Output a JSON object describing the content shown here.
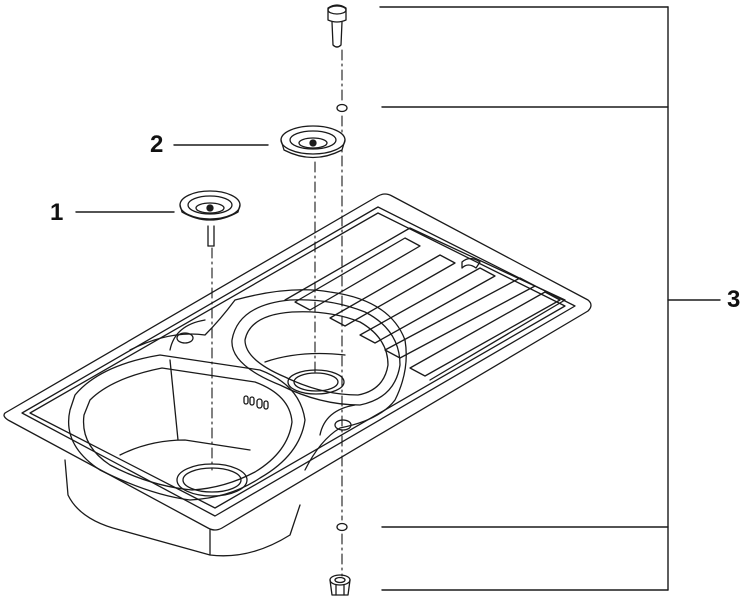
{
  "diagram": {
    "callouts": [
      {
        "id": "1",
        "label": "1"
      },
      {
        "id": "2",
        "label": "2"
      },
      {
        "id": "3",
        "label": "3"
      }
    ],
    "line_color": "#1a1a1a"
  }
}
